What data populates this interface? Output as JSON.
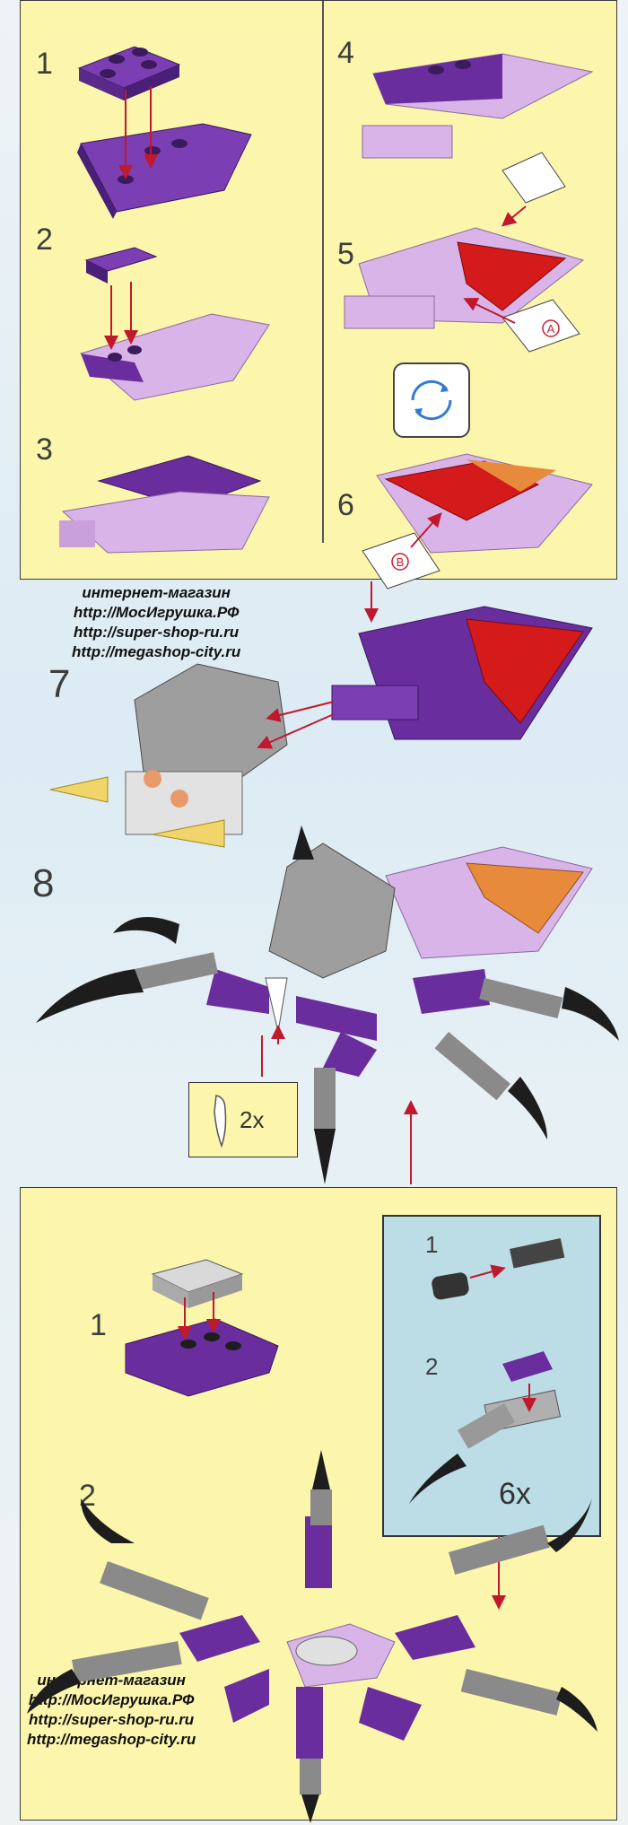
{
  "top_section": {
    "steps": [
      "1",
      "2",
      "3",
      "4",
      "5",
      "6"
    ]
  },
  "middle_section": {
    "steps": [
      "7",
      "8"
    ],
    "callout_count": "2x"
  },
  "bottom_section": {
    "steps": [
      "1",
      "2"
    ],
    "inset_steps": [
      "1",
      "2"
    ],
    "inset_count": "6x"
  },
  "sticker_labels": [
    "A",
    "B"
  ],
  "promo": {
    "line1": "интернет-магазин",
    "line2": "http://МосИгрушка.РФ",
    "line3": "http://super-shop-ru.ru",
    "line4": "http://megashop-city.ru"
  },
  "colors": {
    "panel": "#fcf6ad",
    "purple": "#6a2d9e",
    "lilac": "#d9b4e8",
    "gray": "#9e9e9e",
    "red": "#d41a1a",
    "orange": "#e88a3c"
  }
}
